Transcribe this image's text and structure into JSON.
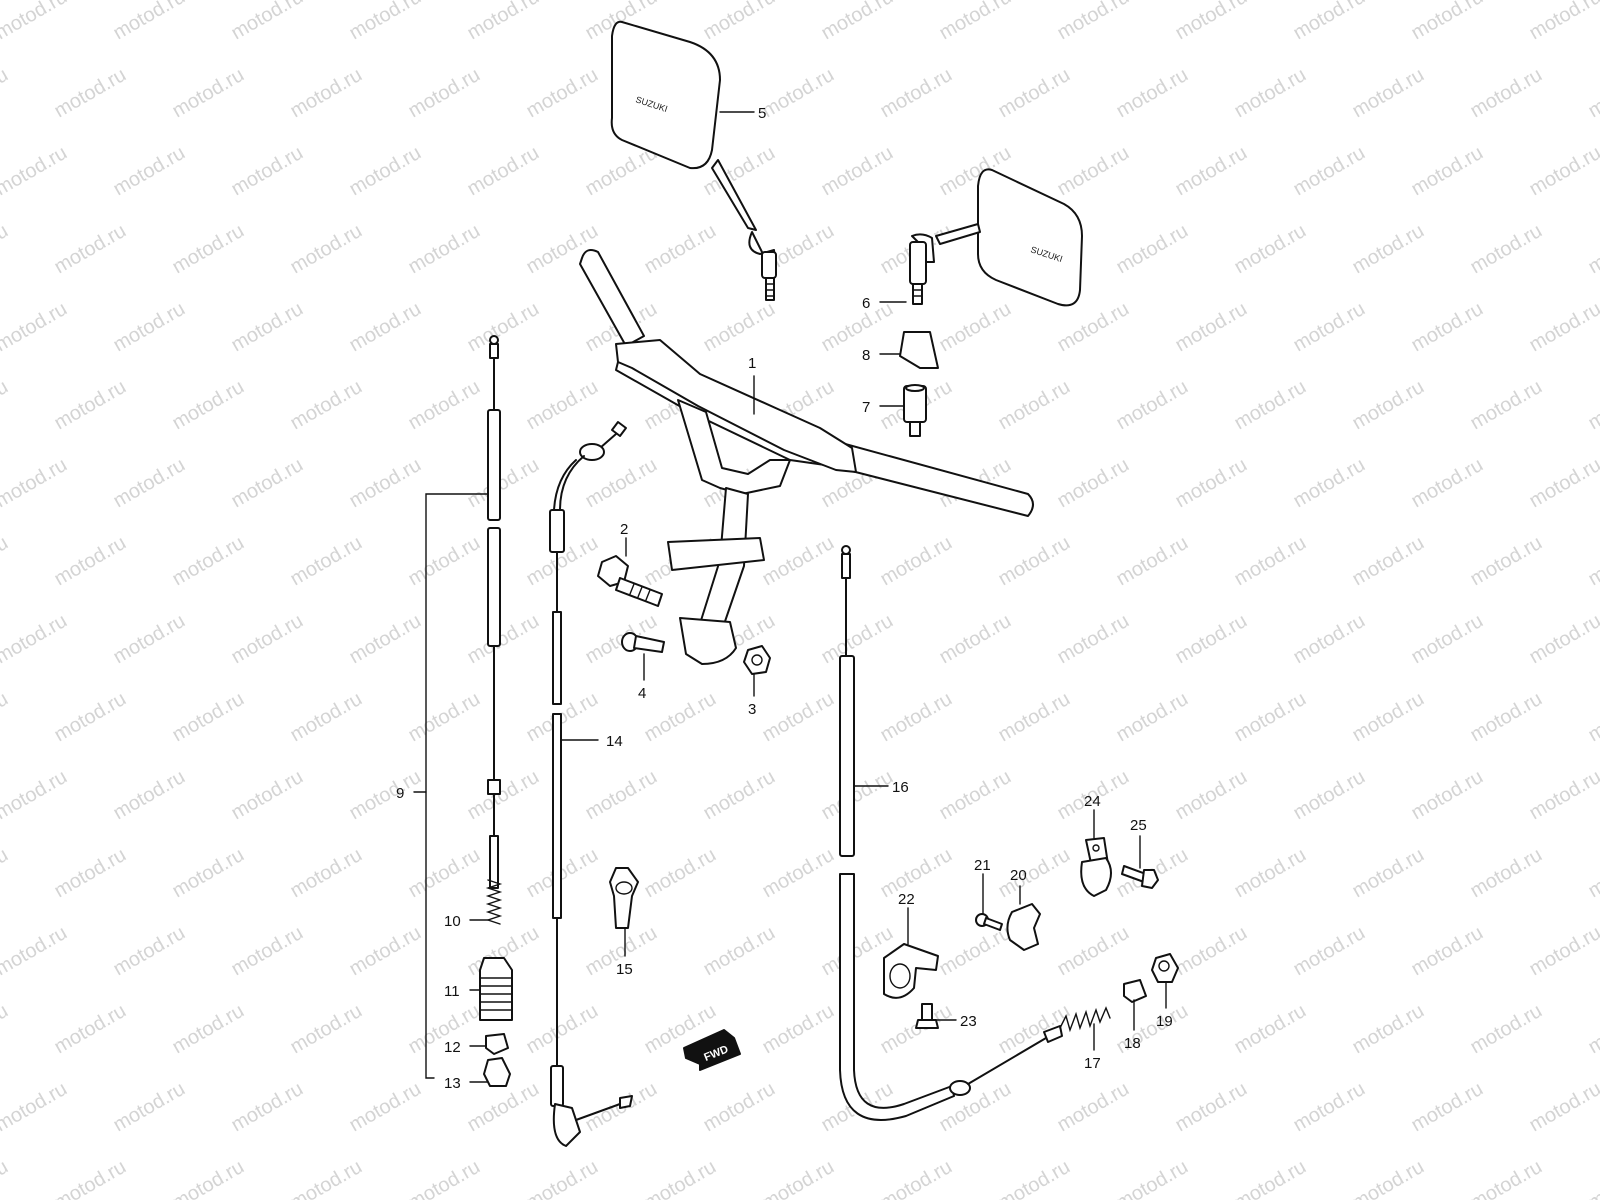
{
  "watermark": "motod.ru",
  "brand_text": "SUZUKI",
  "fwd_label": "FWD",
  "callouts": [
    {
      "id": "1",
      "text": "1"
    },
    {
      "id": "2",
      "text": "2"
    },
    {
      "id": "3",
      "text": "3"
    },
    {
      "id": "4",
      "text": "4"
    },
    {
      "id": "5",
      "text": "5"
    },
    {
      "id": "6",
      "text": "6"
    },
    {
      "id": "7",
      "text": "7"
    },
    {
      "id": "8",
      "text": "8"
    },
    {
      "id": "9",
      "text": "9"
    },
    {
      "id": "10",
      "text": "10"
    },
    {
      "id": "11",
      "text": "11"
    },
    {
      "id": "12",
      "text": "12"
    },
    {
      "id": "13",
      "text": "13"
    },
    {
      "id": "14",
      "text": "14"
    },
    {
      "id": "15",
      "text": "15"
    },
    {
      "id": "16",
      "text": "16"
    },
    {
      "id": "17",
      "text": "17"
    },
    {
      "id": "18",
      "text": "18"
    },
    {
      "id": "19",
      "text": "19"
    },
    {
      "id": "20",
      "text": "20"
    },
    {
      "id": "21",
      "text": "21"
    },
    {
      "id": "22",
      "text": "22"
    },
    {
      "id": "23",
      "text": "23"
    },
    {
      "id": "24",
      "text": "24"
    },
    {
      "id": "25",
      "text": "25"
    }
  ],
  "colors": {
    "line": "#111111",
    "watermark": "#d4d4d4",
    "background": "#ffffff"
  }
}
